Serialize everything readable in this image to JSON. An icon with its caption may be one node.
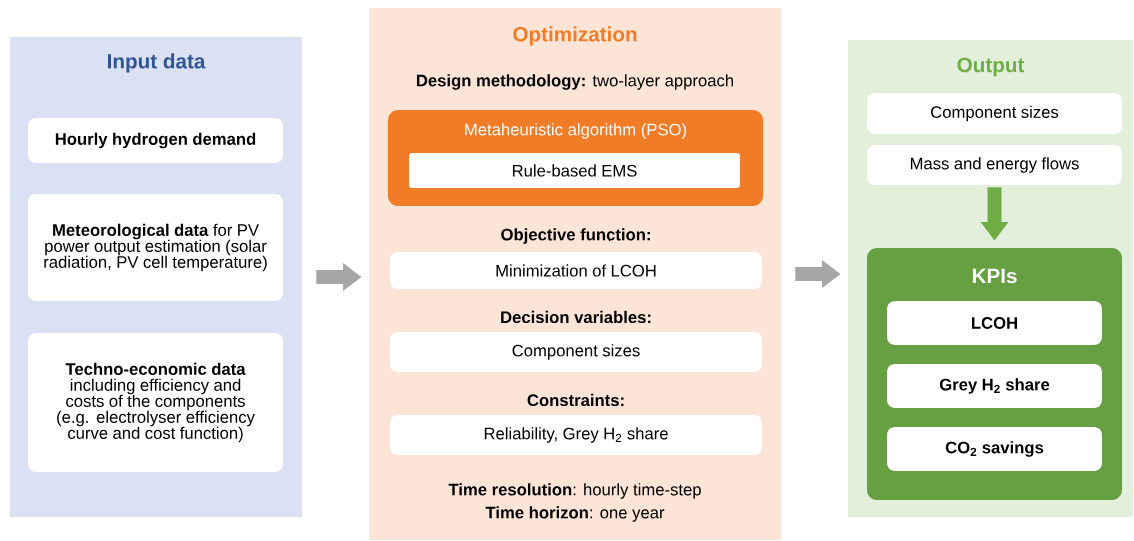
{
  "diagram": {
    "nodes": [
      {
        "text": [
          "Input data"
        ]
      },
      {
        "text": [
          "Hourly hydrogen demand"
        ],
        "in": 0
      },
      {
        "text": [
          "**Meteorological data** for PV power output estimation (solar radiation, PV cell temperature)"
        ],
        "in": 0
      },
      {
        "text": [
          "**Techno-economic data** including efficiency and costs of the components (e.g. electrolyser efficiency curve and cost function)"
        ],
        "in": 0
      },
      {
        "text": [
          "Optimization",
          "**Design methodology:** two-layer approach",
          "**Time resolution**: hourly time-step",
          "**Time horizon**: one year"
        ]
      },
      {
        "text": [
          "Metaheuristic algorithm (PSO)"
        ],
        "in": 4
      },
      {
        "text": [
          "Rule-based EMS"
        ],
        "in": 5
      },
      {
        "text": [
          "Objective function:",
          "Minimization of LCOH"
        ],
        "in": 4
      },
      {
        "text": [
          "Decision variables:",
          "Component sizes"
        ],
        "in": 4
      },
      {
        "text": [
          "Constraints:",
          "Reliability, Grey H$_{2}$ share"
        ],
        "in": 4
      },
      {
        "text": [
          "Output"
        ]
      },
      {
        "text": [
          "Component sizes"
        ],
        "in": 10
      },
      {
        "text": [
          "Mass and energy flows"
        ],
        "in": 10
      },
      {
        "text": [
          "KPIs"
        ],
        "in": 10
      },
      {
        "text": [
          "LCOH"
        ],
        "in": 13
      },
      {
        "text": [
          "Grey H$_{2}$ share"
        ],
        "in": 13
      },
      {
        "text": [
          "CO$_{2}$ savings"
        ],
        "in": 13
      }
    ],
    "edges": [
      {
        "from": 0,
        "to": 4,
        "arrow": "to"
      },
      {
        "from": 4,
        "to": 10,
        "arrow": "to"
      },
      {
        "from": 12,
        "to": 13,
        "arrow": "to",
        "color": "#70ad47"
      }
    ]
  }
}
